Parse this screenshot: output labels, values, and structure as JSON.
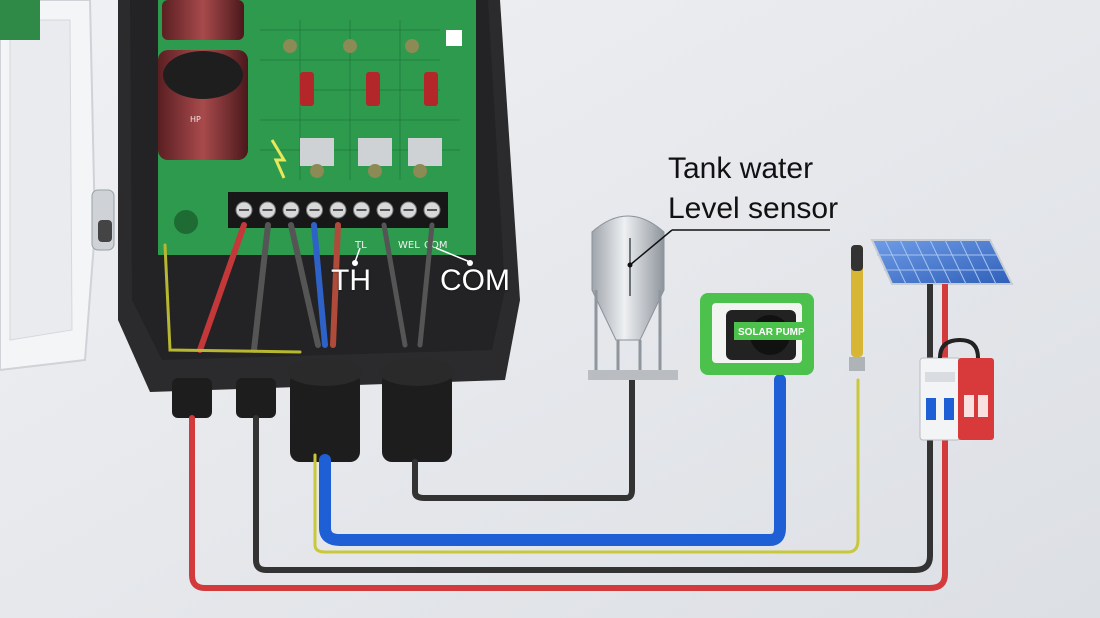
{
  "labels": {
    "sensor_line1": "Tank water",
    "sensor_line2": "Level sensor",
    "terminal_th": "TH",
    "terminal_com": "COM",
    "pump_badge": "SOLAR PUMP",
    "board_small_tl": "TL",
    "board_small_wel": "WEL",
    "board_small_com": "COM",
    "cap_brand": "HP"
  },
  "colors": {
    "background": "#e6e8ec",
    "enclosure": "#2b2b2d",
    "pcb": "#2e9a4e",
    "wire_red": "#d23a3c",
    "wire_black": "#333333",
    "wire_blue": "#1f5fd6",
    "wire_yellow_green": "#c8c83a",
    "pump_green": "#4cc24c",
    "breaker_red": "#d8393b",
    "panel_blue": "#3d6fc8"
  },
  "icons": {
    "pcb": "circuit-board",
    "capacitor": "electrolytic-capacitor",
    "tank": "silo-tank",
    "pump": "solar-pump",
    "panel": "solar-panel",
    "breaker": "circuit-breaker",
    "surge": "surge-protector",
    "probe": "float-sensor"
  }
}
